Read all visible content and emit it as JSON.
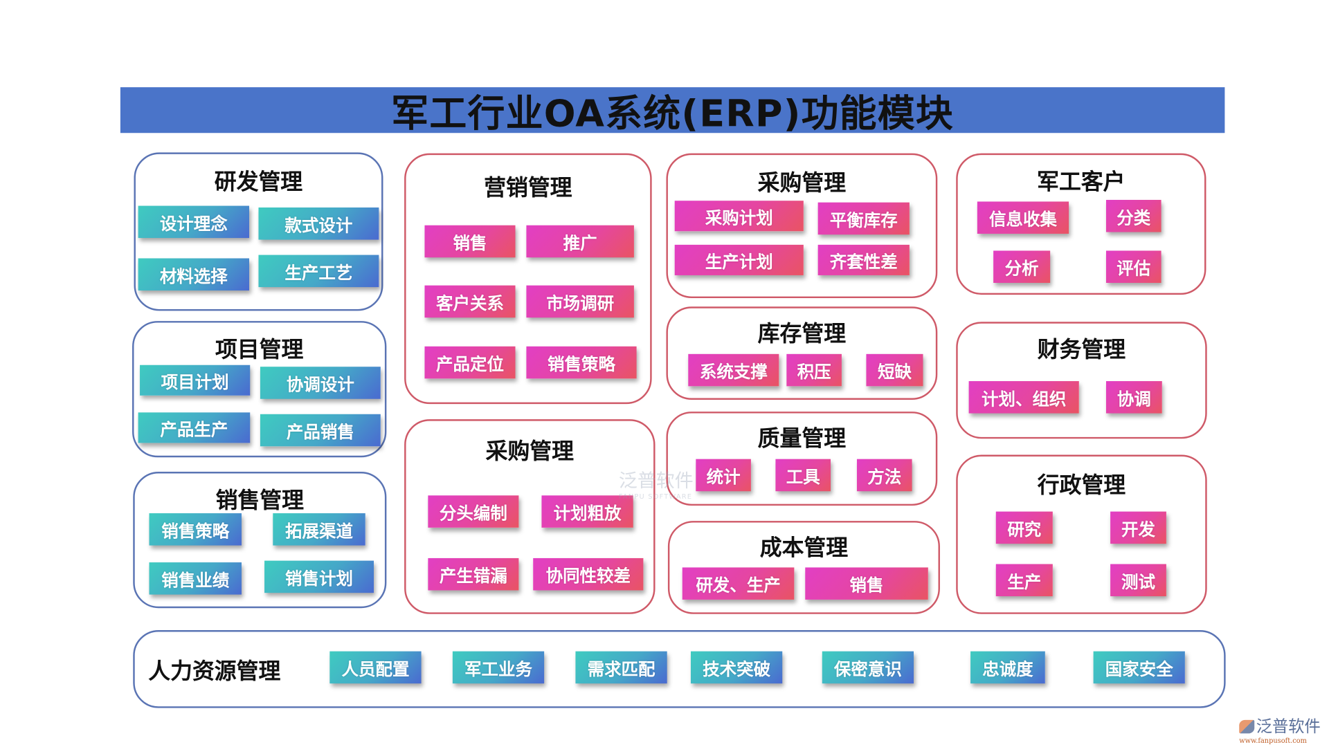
{
  "title": "军工行业OA系统(ERP)功能模块",
  "colors": {
    "header": "#4a74c9",
    "teal_button": "#3fcbc0",
    "pink_button": "#e23fc4",
    "blue_border": "#5a74b4",
    "red_border": "#cf5a68"
  },
  "panels": [
    {
      "title": "研发管理",
      "style": "teal",
      "items": [
        "设计理念",
        "款式设计",
        "材料选择",
        "生产工艺"
      ]
    },
    {
      "title": "项目管理",
      "style": "teal",
      "items": [
        "项目计划",
        "协调设计",
        "产品生产",
        "产品销售"
      ]
    },
    {
      "title": "销售管理",
      "style": "teal",
      "items": [
        "销售策略",
        "拓展渠道",
        "销售业绩",
        "销售计划"
      ]
    },
    {
      "title": "营销管理",
      "style": "pink",
      "items": [
        "销售",
        "推广",
        "客户关系",
        "市场调研",
        "产品定位",
        "销售策略"
      ]
    },
    {
      "title": "采购管理",
      "style": "pink",
      "items": [
        "分头编制",
        "计划粗放",
        "产生错漏",
        "协同性较差"
      ]
    },
    {
      "title": "采购管理",
      "style": "pink",
      "items": [
        "采购计划",
        "平衡库存",
        "生产计划",
        "齐套性差"
      ]
    },
    {
      "title": "库存管理",
      "style": "pink",
      "items": [
        "系统支撑",
        "积压",
        "短缺"
      ]
    },
    {
      "title": "质量管理",
      "style": "pink",
      "items": [
        "统计",
        "工具",
        "方法"
      ]
    },
    {
      "title": "成本管理",
      "style": "pink",
      "items": [
        "研发、生产",
        "销售"
      ]
    },
    {
      "title": "军工客户",
      "style": "pink",
      "items": [
        "信息收集",
        "分类",
        "分析",
        "评估"
      ]
    },
    {
      "title": "财务管理",
      "style": "pink",
      "items": [
        "计划、组织",
        "协调"
      ]
    },
    {
      "title": "行政管理",
      "style": "pink",
      "items": [
        "研究",
        "开发",
        "生产",
        "测试"
      ]
    }
  ],
  "hr": {
    "title": "人力资源管理",
    "style": "teal",
    "items": [
      "人员配置",
      "军工业务",
      "需求匹配",
      "技术突破",
      "保密意识",
      "忠诚度",
      "国家安全"
    ]
  },
  "watermark": {
    "cn": "泛普软件",
    "en": "FANPU SOFTWARE"
  },
  "logo": {
    "cn": "泛普软件",
    "url": "www.fanpusoft.com"
  }
}
